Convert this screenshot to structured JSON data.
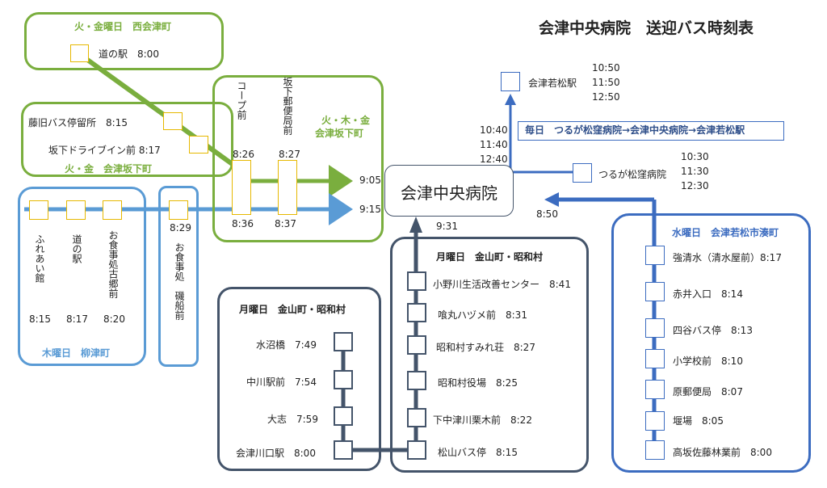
{
  "title": "会津中央病院　送迎バス時刻表",
  "hospital": "会津中央病院",
  "route_tue_fri_nishiaizu": {
    "header": "火・金曜日　西会津町",
    "stop_michinoeki": "道の駅　8:00"
  },
  "route_tue_fri_sakashita": {
    "stop_fujifuru": "藤旧バス停留所　8:15",
    "stop_drivein": "坂下ドライブイン前 8:17",
    "footer": "火・金　会津坂下町"
  },
  "route_tue_thu_fri_sakashita": {
    "header_line1": "火・木・金",
    "header_line2": "会津坂下町",
    "stop_coop_name": "コープ前",
    "stop_post_name": "坂下郵便局前",
    "time_coop_top": "8:26",
    "time_post_top": "8:27",
    "time_coop_bottom": "8:36",
    "time_post_bottom": "8:37",
    "arrival_green": "9:05",
    "arrival_blue": "9:15"
  },
  "route_thu_yanaizu": {
    "stop1_name": "ふれあい館",
    "stop2_name": "道の駅",
    "stop3_name": "お食事処古郷前",
    "stop1_time": "8:15",
    "stop2_time": "8:17",
    "stop3_time": "8:20",
    "footer": "木曜日　柳津町",
    "stop4_time": "8:29",
    "stop4_name": "お食事処　磯船前"
  },
  "route_mon_kaneyama_a": {
    "header": "月曜日　金山町・昭和村",
    "stops": [
      "水沼橋　7:49",
      "中川駅前　7:54",
      "大志　7:59",
      "会津川口駅　8:00"
    ]
  },
  "route_mon_kaneyama_b": {
    "header": "月曜日　金山町・昭和村",
    "stops": [
      "小野川生活改善センター　8:41",
      "喰丸ハヅメ前　8:31",
      "昭和村すみれ荘　8:27",
      "昭和村役場　8:25",
      "下中津川栗木前　8:22",
      "松山バス停　8:15"
    ],
    "arrival": "9:31"
  },
  "route_wed_minato": {
    "header": "水曜日　会津若松市湊町",
    "stops": [
      "強清水（清水屋前）8:17",
      "赤井入口　8:14",
      "四谷バス停　8:13",
      "小学校前　8:10",
      "原郵便局　8:07",
      "堰場　8:05",
      "高坂佐藤林業前　8:00"
    ],
    "arrival": "8:50"
  },
  "route_daily": {
    "label": "毎日　つるが松窪病院→会津中央病院→会津若松駅",
    "station_name": "会津若松駅",
    "station_times": "10:50\n11:50\n12:50",
    "depart_times": "10:40\n11:40\n12:40",
    "hospital2_name": "つるが松窪病院",
    "hospital2_times": "10:30\n11:30\n12:30"
  },
  "colors": {
    "green": "#7aae3e",
    "light_blue": "#5a9bd5",
    "dark_navy": "#44546a",
    "mid_blue": "#3c6cc0",
    "stop_yellow": "#e6b800"
  }
}
